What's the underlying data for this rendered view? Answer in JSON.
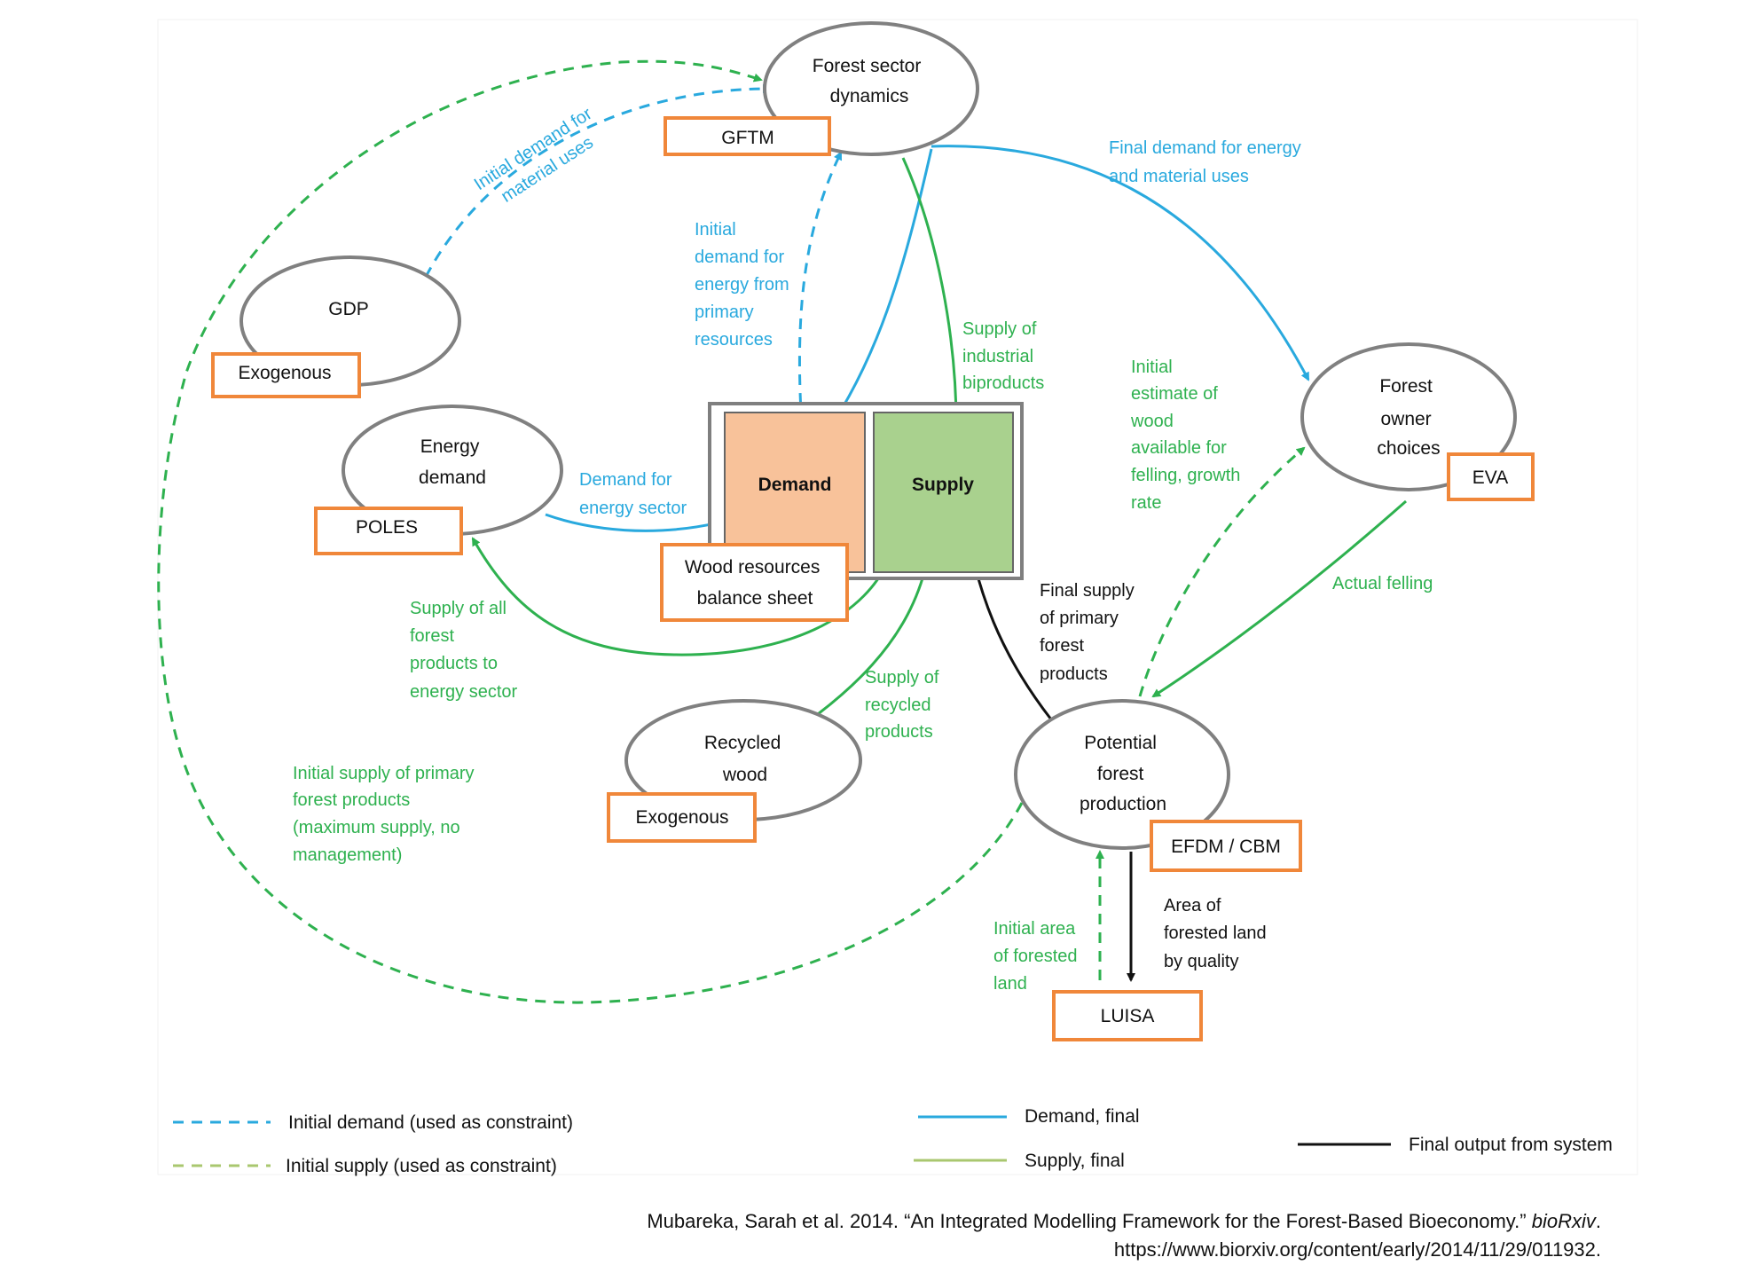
{
  "colors": {
    "blue": "#29a9de",
    "green": "#2eb14f",
    "orange": "#f0873a",
    "ellipse": "#808080",
    "demand_fill": "#f8c29a",
    "supply_fill": "#a9d18e",
    "black": "#111111"
  },
  "nodes": {
    "forest_sector": [
      "Forest sector",
      "dynamics"
    ],
    "gdp": [
      "GDP"
    ],
    "energy": [
      "Energy",
      "demand"
    ],
    "forest_owner": [
      "Forest",
      "owner",
      "choices"
    ],
    "recycled": [
      "Recycled",
      "wood"
    ],
    "potential": [
      "Potential",
      "forest",
      "production"
    ]
  },
  "boxes": {
    "gftm": "GFTM",
    "exo_gdp": "Exogenous",
    "poles": "POLES",
    "eva": "EVA",
    "exo_recycled": "Exogenous",
    "efdm": "EFDM / CBM",
    "luisa": "LUISA",
    "wood_balance": [
      "Wood resources",
      "balance sheet"
    ]
  },
  "balance": {
    "demand": "Demand",
    "supply": "Supply"
  },
  "labels": {
    "initial_material": [
      "Initial demand for",
      "material uses"
    ],
    "initial_energy": [
      "Initial",
      "demand for",
      "energy from",
      "primary",
      "resources"
    ],
    "final_demand": [
      "Final demand for energy",
      "and material uses"
    ],
    "supply_industrial": [
      "Supply of",
      "industrial",
      "biproducts"
    ],
    "initial_estimate": [
      "Initial",
      "estimate of",
      "wood",
      "available for",
      "felling, growth",
      "rate"
    ],
    "demand_energy_sector": [
      "Demand for",
      "energy sector"
    ],
    "supply_all": [
      "Supply of all",
      "forest",
      "products to",
      "energy sector"
    ],
    "final_supply_primary": [
      "Final supply",
      "of primary",
      "forest",
      "products"
    ],
    "actual_felling": [
      "Actual felling"
    ],
    "supply_recycled": [
      "Supply of",
      "recycled",
      "products"
    ],
    "initial_supply_primary": [
      "Initial supply of primary",
      "forest products",
      "(maximum supply, no",
      "management)"
    ],
    "initial_area": [
      "Initial area",
      "of forested",
      "land"
    ],
    "area_by_quality": [
      "Area of",
      "forested land",
      "by quality"
    ]
  },
  "legend": {
    "initial_demand": "Initial demand (used as constraint)",
    "initial_supply": "Initial supply (used as constraint)",
    "demand_final": "Demand, final",
    "supply_final": "Supply, final",
    "final_output": "Final output from system"
  },
  "citation": {
    "text": "Mubareka, Sarah et al. 2014. “An Integrated Modelling Framework for the Forest-Based Bioeconomy.” ",
    "journal": "bioRxiv",
    "end": ".",
    "url": "https://www.biorxiv.org/content/early/2014/11/29/011932."
  }
}
